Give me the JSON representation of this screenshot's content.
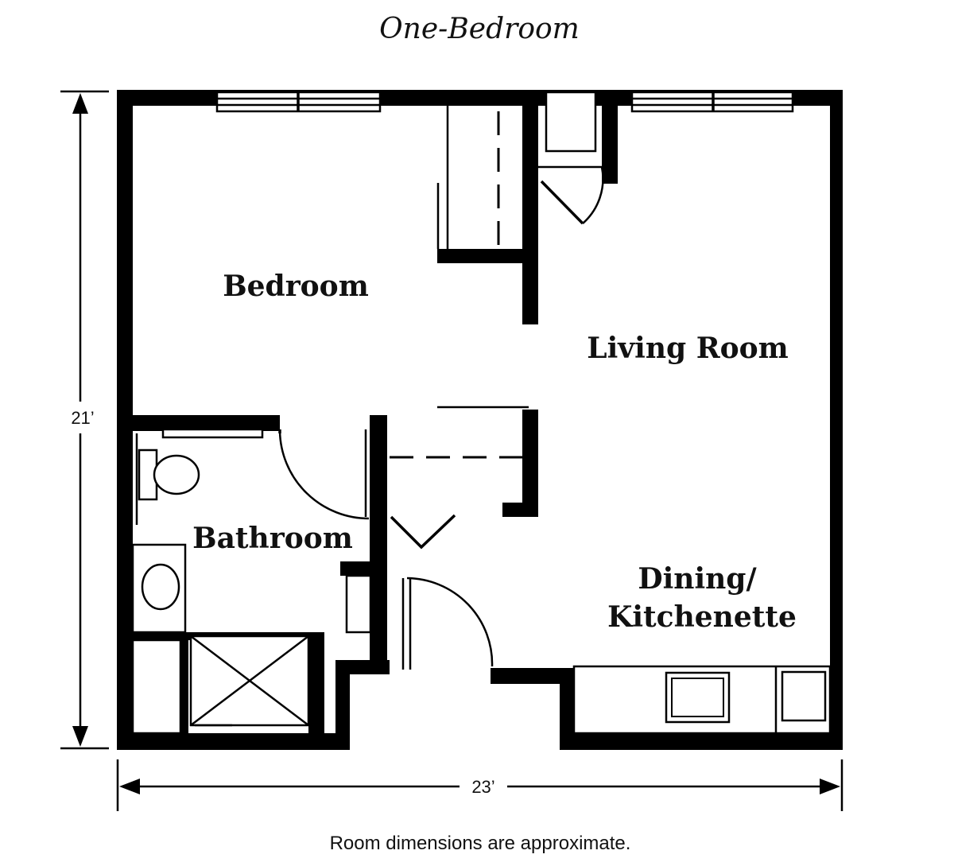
{
  "title": "One-Bedroom",
  "rooms": {
    "bedroom": "Bedroom",
    "living_room": "Living Room",
    "bathroom": "Bathroom",
    "dining_line1": "Dining/",
    "dining_line2": "Kitchenette"
  },
  "dimensions": {
    "height": "21’",
    "width": "23’"
  },
  "footnote": "Room dimensions are approximate."
}
